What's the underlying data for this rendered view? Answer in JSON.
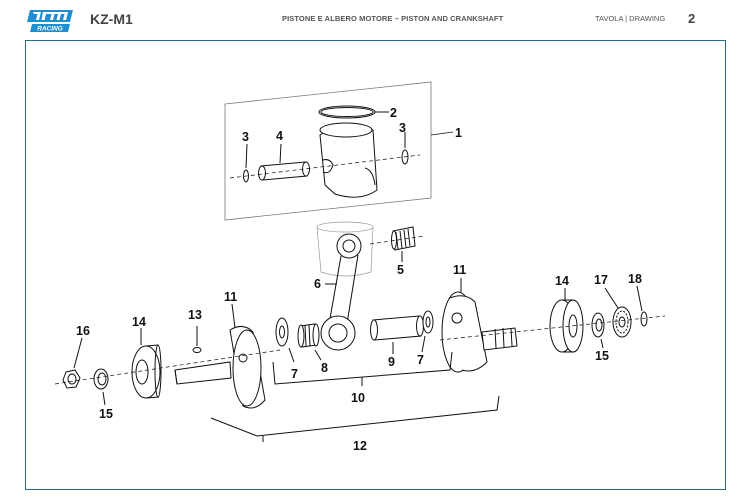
{
  "header": {
    "logo_text": "TM RACING",
    "model": "KZ-M1",
    "title": "PISTONE E ALBERO MOTORE – PISTON AND CRANKSHAFT",
    "tavola": "TAVOLA | DRAWING",
    "page_number": "2"
  },
  "colors": {
    "frame": "#2d6a88",
    "logo_blue": "#1f8fd1",
    "line": "#111111"
  },
  "labels": {
    "l1": "1",
    "l2": "2",
    "l3a": "3",
    "l3b": "3",
    "l4": "4",
    "l5": "5",
    "l6": "6",
    "l7a": "7",
    "l7b": "7",
    "l8": "8",
    "l9": "9",
    "l10": "10",
    "l11a": "11",
    "l11b": "11",
    "l12": "12",
    "l13": "13",
    "l14a": "14",
    "l14b": "14",
    "l15a": "15",
    "l15b": "15",
    "l16": "16",
    "l17": "17",
    "l18": "18"
  }
}
